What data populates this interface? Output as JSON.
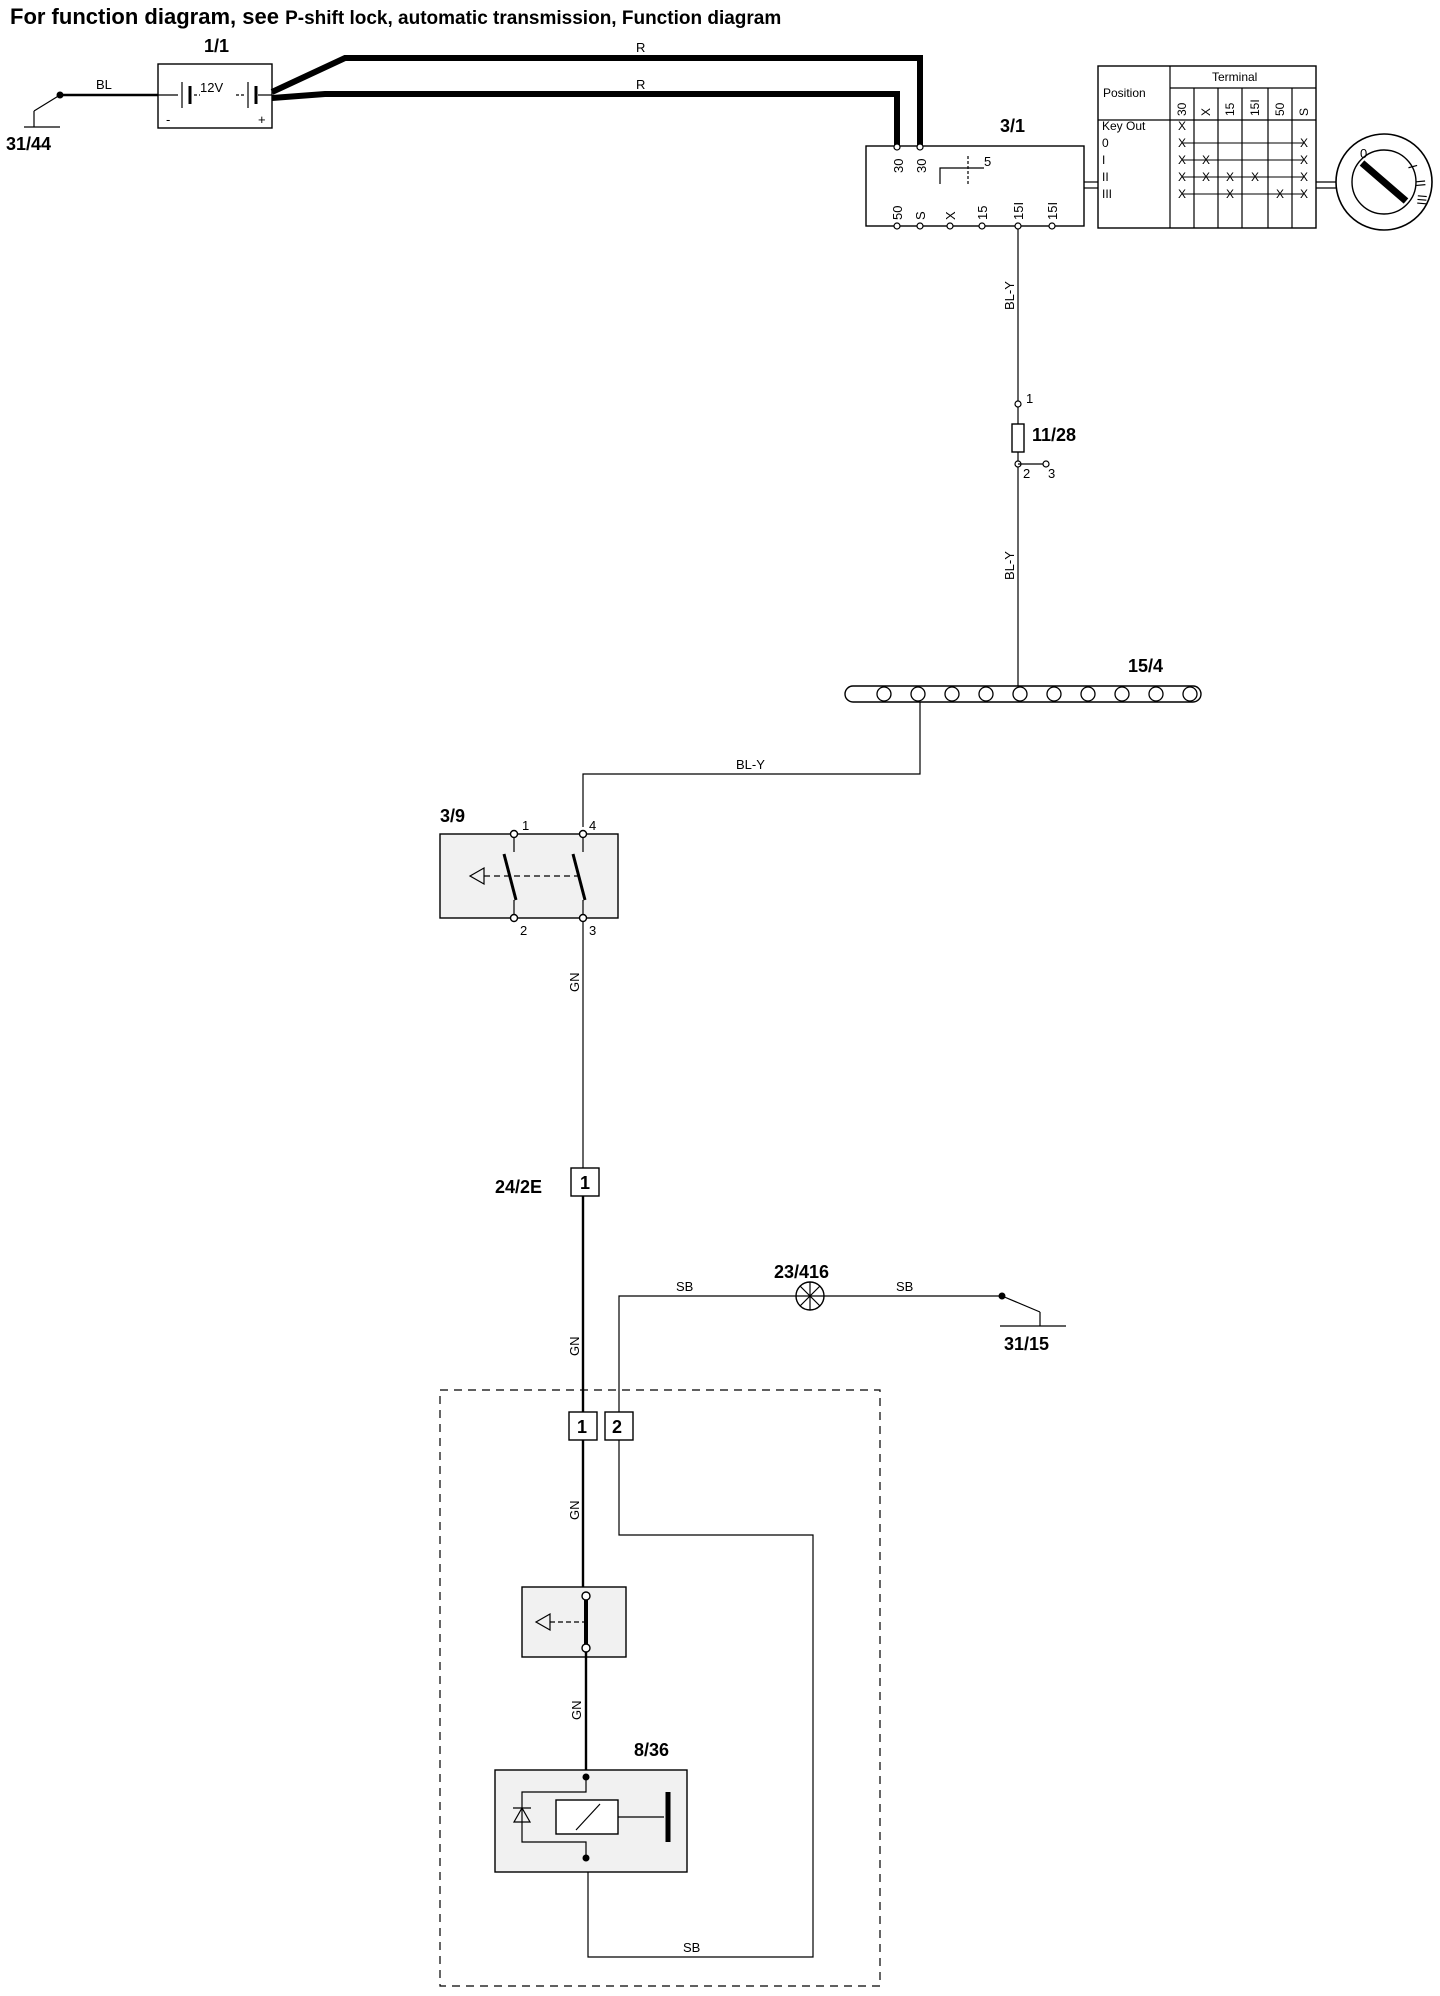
{
  "header": {
    "lead": "For function diagram, see",
    "link": "P-shift lock, automatic transmission, Function diagram"
  },
  "components": {
    "ground_31_44": "31/44",
    "battery": "1/1",
    "battery_voltage": "12V",
    "battery_minus": "-",
    "battery_plus": "+",
    "ignition_switch": "3/1",
    "fuse": "11/28",
    "fuse_box": "15/4",
    "switch_3_9": "3/9",
    "connector_24_2e": "24/2E",
    "splice": "23/416",
    "ground_31_15": "31/15",
    "solenoid": "8/36"
  },
  "wires": {
    "bl": "BL",
    "r1": "R",
    "r2": "R",
    "bly1": "BL-Y",
    "bly2": "BL-Y",
    "bly3": "BL-Y",
    "gn1": "GN",
    "gn2": "GN",
    "gn3": "GN",
    "gn4": "GN",
    "sb1": "SB",
    "sb2": "SB",
    "sb3": "SB"
  },
  "pins": {
    "ign_top": [
      "30",
      "30"
    ],
    "ign_inner": "5",
    "ign_bottom": [
      "50",
      "S",
      "X",
      "15",
      "15I",
      "15I"
    ],
    "fuse": [
      "1",
      "2",
      "3"
    ],
    "sw39": [
      "1",
      "4",
      "2",
      "3"
    ],
    "conn_24_2e": "1",
    "sol_conn": [
      "1",
      "2"
    ]
  },
  "ignition_table": {
    "position_header": "Position",
    "terminal_header": "Terminal",
    "terminals": [
      "30",
      "X",
      "15",
      "15I",
      "50",
      "S"
    ],
    "positions": [
      "Key Out",
      "0",
      "I",
      "II",
      "III"
    ],
    "marks": [
      [
        "X",
        "",
        "",
        "",
        "",
        ""
      ],
      [
        "X",
        "",
        "",
        "",
        "",
        "X"
      ],
      [
        "X",
        "X",
        "",
        "",
        "",
        "X"
      ],
      [
        "X",
        "X",
        "X",
        "X",
        "",
        "X"
      ],
      [
        "X",
        "",
        "X",
        "",
        "X",
        "X"
      ]
    ]
  },
  "key_positions": [
    "0",
    "I",
    "II",
    "III"
  ]
}
